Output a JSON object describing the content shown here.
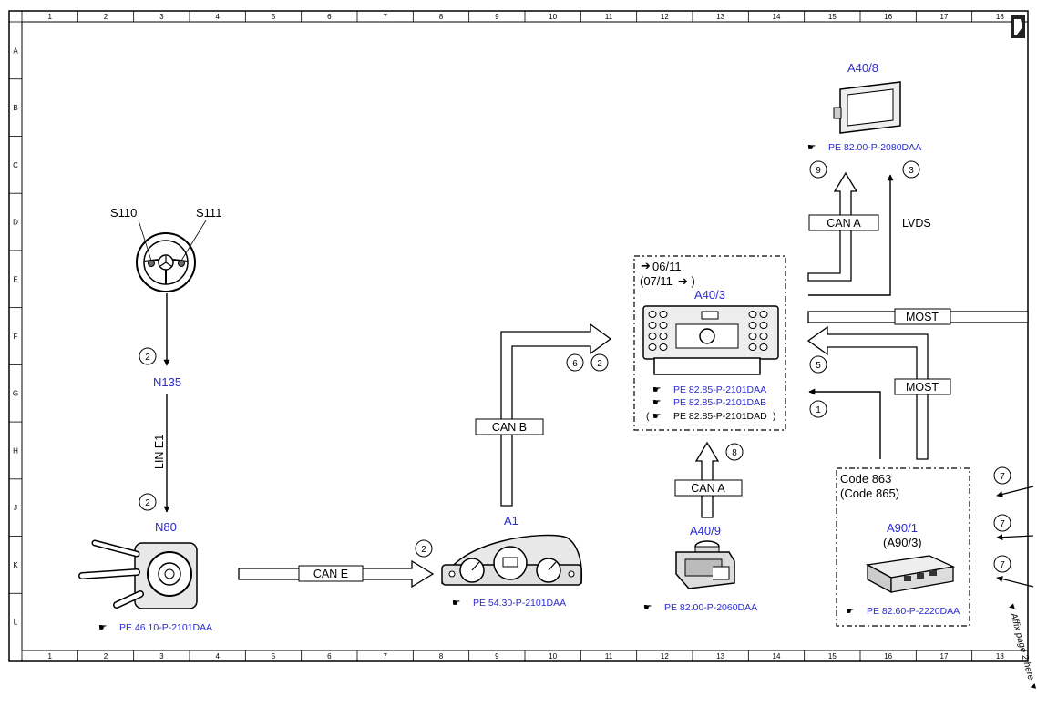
{
  "grid": {
    "columns": [
      "1",
      "2",
      "3",
      "4",
      "5",
      "6",
      "7",
      "8",
      "9",
      "10",
      "11",
      "12",
      "13",
      "14",
      "15",
      "16",
      "17",
      "18"
    ],
    "rows": [
      "A",
      "B",
      "C",
      "D",
      "E",
      "F",
      "G",
      "H",
      "J",
      "K",
      "L"
    ]
  },
  "components": {
    "s110": "S110",
    "s111": "S111",
    "n135": "N135",
    "n80": "N80",
    "a1": "A1",
    "a40_3": "A40/3",
    "a40_8": "A40/8",
    "a40_9": "A40/9",
    "a90_1": "A90/1",
    "a90_3": "(A90/3)"
  },
  "references": {
    "n80": "PE 46.10-P-2101DAA",
    "a1": "PE 54.30-P-2101DAA",
    "a40_3_1": "PE 82.85-P-2101DAA",
    "a40_3_2": "PE 82.85-P-2101DAB",
    "a40_3_3": "PE 82.85-P-2101DAD",
    "a40_8": "PE 82.00-P-2080DAA",
    "a40_9": "PE 82.00-P-2060DAA",
    "a90": "PE 82.60-P-2220DAA"
  },
  "box_notes": {
    "a40_3_from": "06/11",
    "a40_3_until": "(07/11",
    "a90_code1": "Code 863",
    "a90_code2": "(Code 865)"
  },
  "buses": {
    "lin_e1": "LIN E1",
    "can_e": "CAN E",
    "can_b": "CAN B",
    "can_a_top": "CAN A",
    "can_a_bottom": "CAN A",
    "lvds": "LVDS",
    "most_top": "MOST",
    "most_bottom": "MOST"
  },
  "markers": {
    "m1": "1",
    "m2a": "2",
    "m2b": "2",
    "m2c": "2",
    "m2d": "2",
    "m3": "3",
    "m5": "5",
    "m6": "6",
    "m7a": "7",
    "m7b": "7",
    "m7c": "7",
    "m8": "8",
    "m9": "9"
  },
  "affix_note": "▼ Affix page 2 here ▼"
}
